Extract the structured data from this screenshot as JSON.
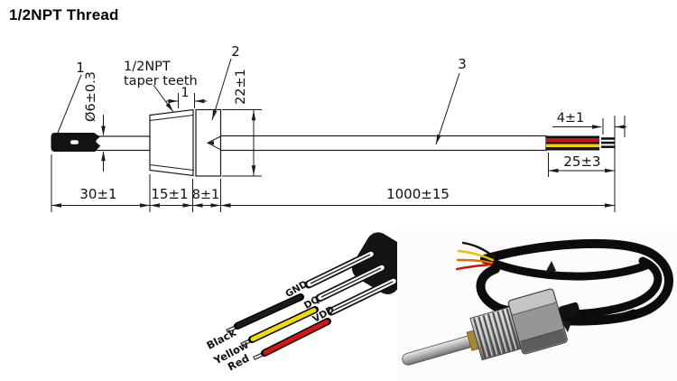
{
  "title": "1/2NPT Thread",
  "drawing": {
    "callout_probe_tip": "1",
    "callout_hex_body": "2",
    "callout_cable": "3",
    "taper_label_line1": "1/2NPT",
    "taper_label_line2": "taper teeth",
    "dim_probe_diameter": "Ø6±0.3",
    "dim_thread_end": "1",
    "dim_hex_height": "22±1",
    "dim_bare_wires": "4±1",
    "dim_strip_length": "25±3",
    "dim_tip_length": "30±1",
    "dim_taper_length": "15±1",
    "dim_hex_length": "8±1",
    "dim_cable_length": "1000±15",
    "colors": {
      "line": "#1a1a1a",
      "stripe_red": "#c21717",
      "stripe_yellow": "#f0d400"
    }
  },
  "sensor_photo": {
    "pin_labels": [
      "GND",
      "DQ",
      "VDD"
    ],
    "wire_labels": [
      "Black",
      "Yellow",
      "Red"
    ],
    "wire_colors": [
      "#1b1b1b",
      "#f2dc00",
      "#d61414"
    ]
  }
}
